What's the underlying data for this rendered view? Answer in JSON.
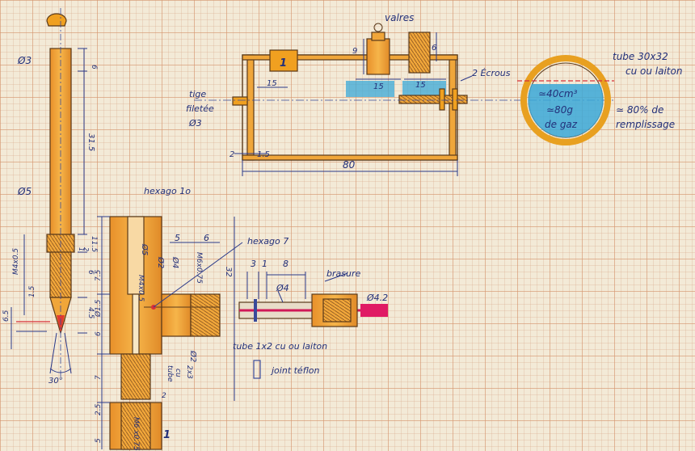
{
  "colors": {
    "paper": "#f3ead7",
    "grid": "#d6966e",
    "brass": "#f0a63a",
    "brass_dark": "#d9822a",
    "ink": "#23307a",
    "gas": "#3aa8d8",
    "center_line": "#d8303a",
    "teflon": "#d01858"
  },
  "icons": {
    "logo": "nozzle-tip-icon"
  },
  "tank": {
    "valves_label": "valres",
    "nuts_label": "2 Écrous",
    "rod_label_line1": "tige",
    "rod_label_line2": "filetée",
    "rod_label_line3": "Ø3",
    "part_number": "1",
    "dim_top_left": "15",
    "dim_top_mid": "15",
    "dim_top_right": "15",
    "dim_valve_height": "9",
    "dim_valve_height_right": "6",
    "dim_wall": "2",
    "dim_wall2": "1.5",
    "dim_length": "80"
  },
  "section": {
    "tube_label_line1": "tube 30x32",
    "tube_label_line2": "cu ou laiton",
    "volume": "≃40cm³",
    "mass_line1": "≃80g",
    "mass_line2": "de gaz",
    "fill_line1": "≃ 80% de",
    "fill_line2": "remplissage"
  },
  "nozzle": {
    "dia_top": "Ø3",
    "dia_mid": "Ø5",
    "thread": "M4x0.5",
    "dim_top": "6",
    "dim_long": "31.5",
    "dim_a": "11.5",
    "dim_b": "2",
    "dim_c": "1",
    "dim_d": "6",
    "dim_e": "4.5",
    "dim_tip": "6.5",
    "dim_tip2": "1.5",
    "angle": "30°"
  },
  "body": {
    "hexago10": "hexago 1o",
    "hexago7": "hexago 7",
    "dim_5": "5",
    "dim_6": "6",
    "dim_32": "32",
    "dim_bore": "Ø1.5",
    "dia_5": "Ø5",
    "dia_2a": "Ø2",
    "dia_4": "Ø4",
    "thread_m6": "M6x0.75",
    "thread_m4": "M4x0.5",
    "dim_75": "7.5",
    "dim_6b": "6",
    "dim_7": "7",
    "dim_25": "2.5",
    "dim_5b": "5",
    "dim_2": "2",
    "dia_2b": "Ø2",
    "tube_cu_1": "tube",
    "tube_cu_2": "cu",
    "tube_cu_3": "2x3",
    "bottom_thread": "M6 x0.75",
    "bottom_part": "1"
  },
  "fitting": {
    "dim_3": "3",
    "dim_1": "1",
    "dim_8": "8",
    "dia_4": "Ø4",
    "dia_42": "Ø4.2",
    "brasure": "brasure",
    "tube_label": "tube 1x2   cu ou laiton",
    "teflon": "joint téflon"
  }
}
